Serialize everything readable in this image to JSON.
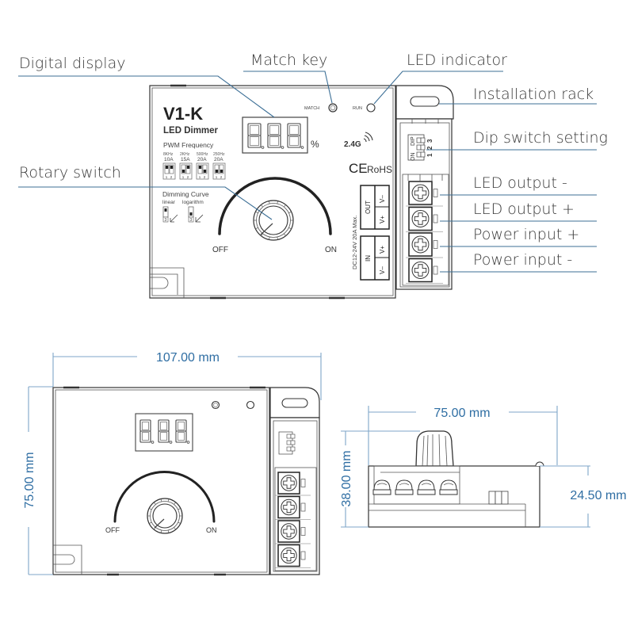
{
  "callouts": {
    "digital_display": "Digital display",
    "match_key": "Match key",
    "led_indicator": "LED indicator",
    "installation_rack": "Installation rack",
    "dip_switch_setting": "Dip switch setting",
    "rotary_switch": "Rotary switch",
    "led_output_minus": "LED output -",
    "led_output_plus": "LED output +",
    "power_input_plus": "Power input +",
    "power_input_minus": "Power input -"
  },
  "device": {
    "model": "V1-K",
    "subtitle": "LED Dimmer",
    "display_unit": "%",
    "match_label": "MATCH",
    "run_label": "RUN",
    "wireless": "2.4G",
    "certifications": "CE RoHS",
    "ce": "CE",
    "rohs": "RoHS",
    "pwm_title": "PWM Frequency",
    "pwm_options": [
      {
        "freq": "8KHz",
        "current": "10A"
      },
      {
        "freq": "2KHz",
        "current": "15A"
      },
      {
        "freq": "500Hz",
        "current": "20A"
      },
      {
        "freq": "250Hz",
        "current": "20A"
      }
    ],
    "dip_numbers": [
      "1",
      "2"
    ],
    "curve_title": "Dimming Curve",
    "curve_linear": "linear",
    "curve_log": "logarithm",
    "curve_dip_number": "3",
    "off_label": "OFF",
    "on_label": "ON",
    "out_label": "OUT",
    "in_label": "IN",
    "v_minus": "V–",
    "v_plus": "V+",
    "rating": "DC12-24V  20A Max.",
    "dip_side_on": "ON",
    "dip_side_dip": "DIP",
    "dip_side_numbers": [
      "1",
      "2",
      "3"
    ]
  },
  "dimensions": {
    "width": "107.00 mm",
    "height": "75.00 mm",
    "side_width": "75.00 mm",
    "side_height_total": "38.00 mm",
    "side_height_body": "24.50 mm"
  }
}
